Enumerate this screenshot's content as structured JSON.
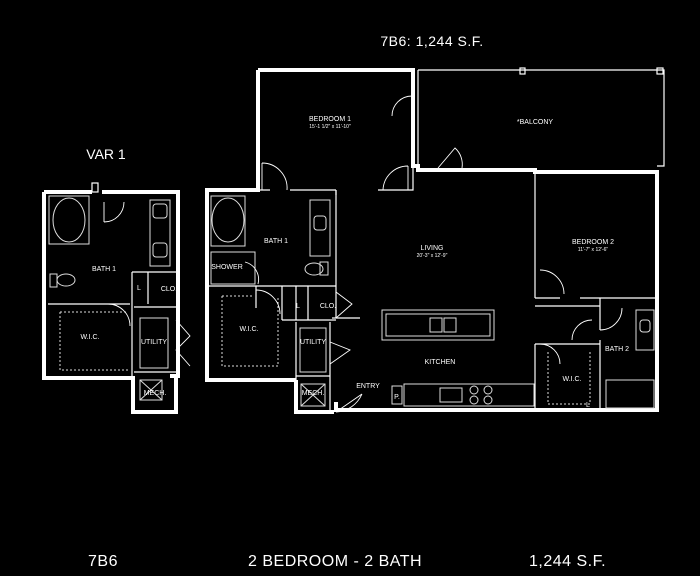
{
  "header": {
    "unit_area": "7B6: 1,244 S.F."
  },
  "variant": {
    "label": "VAR 1"
  },
  "rooms": {
    "bedroom1": {
      "name": "BEDROOM 1",
      "dims": "15'-1 1/2\" x 11'-10\""
    },
    "balcony": {
      "name": "*BALCONY"
    },
    "bath1": {
      "name": "BATH 1"
    },
    "shower": {
      "name": "SHOWER"
    },
    "living": {
      "name": "LIVING",
      "dims": "20'-3\" x 12'-9\""
    },
    "bedroom2": {
      "name": "BEDROOM 2",
      "dims": "11'-7\" x 12'-6\""
    },
    "wic": {
      "name": "W.I.C."
    },
    "linen": {
      "name": "L"
    },
    "closet": {
      "name": "CLO."
    },
    "utility": {
      "name": "UTILITY"
    },
    "mech": {
      "name": "MECH."
    },
    "kitchen": {
      "name": "KITCHEN"
    },
    "entry": {
      "name": "ENTRY"
    },
    "pantry": {
      "name": "P."
    },
    "bath2": {
      "name": "BATH 2"
    },
    "wic2": {
      "name": "W.I.C."
    },
    "linen2": {
      "name": "L"
    }
  },
  "var_rooms": {
    "bath1": {
      "name": "BATH 1"
    },
    "linen": {
      "name": "L"
    },
    "closet": {
      "name": "CLO."
    },
    "wic": {
      "name": "W.I.C."
    },
    "utility": {
      "name": "UTILITY"
    },
    "mech": {
      "name": "MECH."
    }
  },
  "footer": {
    "plan_code": "7B6",
    "bed_bath": "2 BEDROOM - 2 BATH",
    "area": "1,244 S.F."
  }
}
